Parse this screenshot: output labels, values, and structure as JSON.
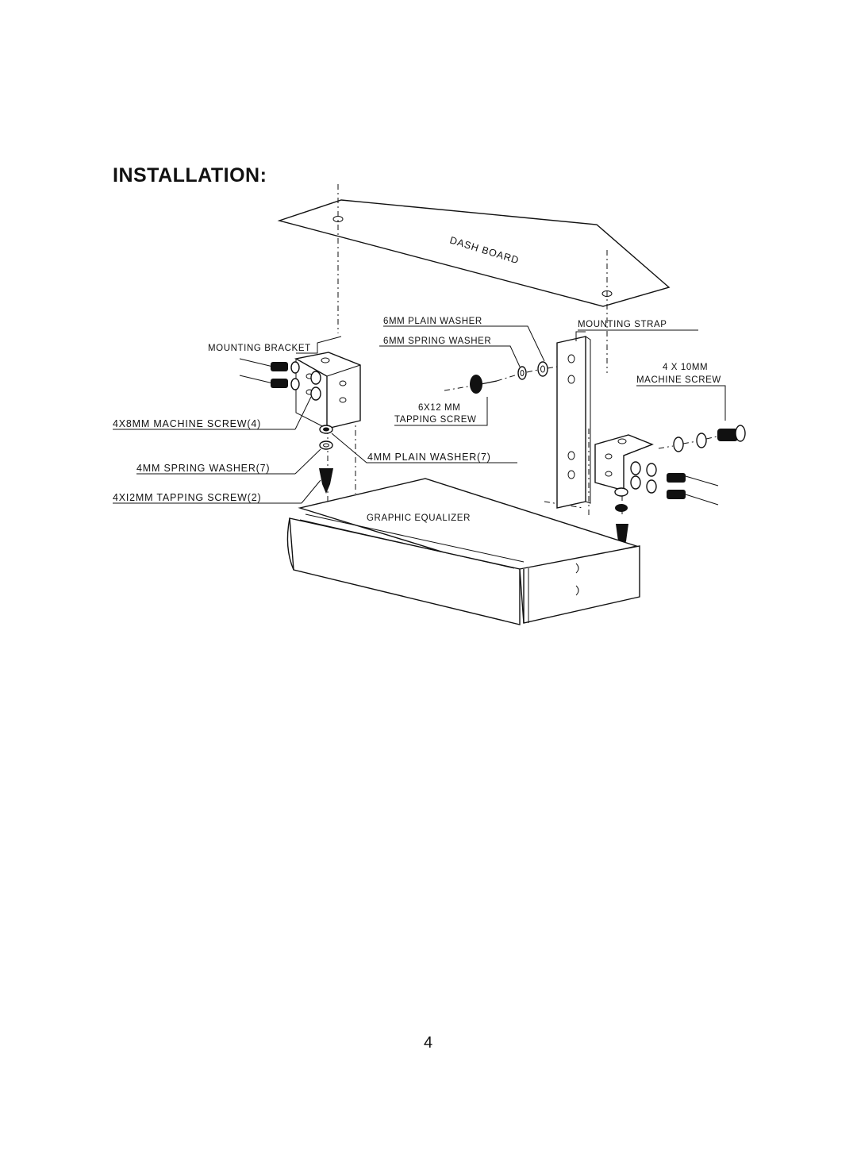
{
  "page": {
    "title": "INSTALLATION:",
    "page_number": "4"
  },
  "labels": {
    "dash_board": "DASH BOARD",
    "mounting_bracket": "MOUNTING BRACKET",
    "machine_screw_4x8": "4X8MM MACHINE SCREW(4)",
    "spring_washer_4mm": "4MM SPRING WASHER(7)",
    "tapping_screw_4x12": "4XI2MM TAPPING SCREW(2)",
    "plain_washer_6mm": "6MM PLAIN WASHER",
    "spring_washer_6mm": "6MM SPRING WASHER",
    "tapping_screw_6x12_a": "6X12 MM",
    "tapping_screw_6x12_b": "TAPPING SCREW",
    "plain_washer_4mm": "4MM PLAIN WASHER(7)",
    "mounting_strap": "MOUNTING STRAP",
    "machine_screw_4x10_a": "4 X 10MM",
    "machine_screw_4x10_b": "MACHINE SCREW",
    "graphic_equalizer": "GRAPHIC EQUALIZER"
  }
}
